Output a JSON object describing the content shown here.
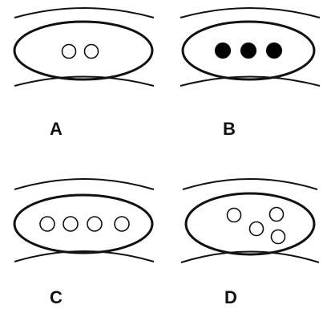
{
  "figure": {
    "panels": [
      {
        "label": "A",
        "circle_count": 2,
        "circle_fill": "#ffffff"
      },
      {
        "label": "B",
        "circle_count": 3,
        "circle_fill": "#000000"
      },
      {
        "label": "C",
        "circle_count": 4,
        "circle_fill": "#ffffff"
      },
      {
        "label": "D",
        "circle_count": 4,
        "circle_fill": "#ffffff"
      }
    ],
    "colors": {
      "stroke": "#111111",
      "background": "#ffffff"
    }
  }
}
